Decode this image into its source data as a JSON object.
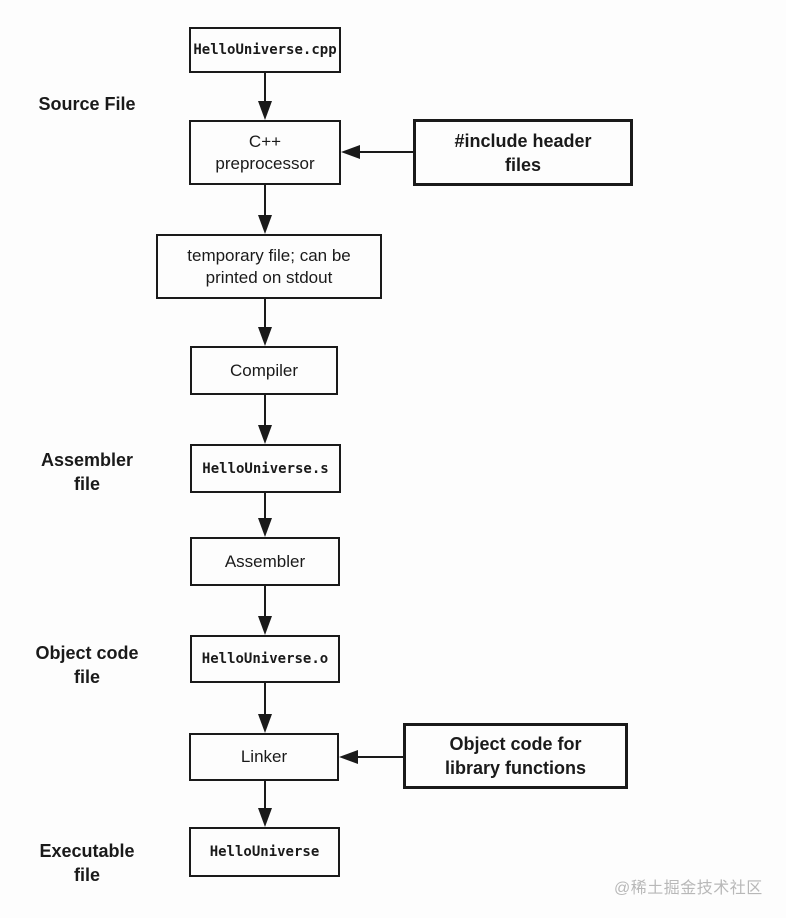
{
  "diagram": {
    "nodes": {
      "source_file": {
        "label": "HelloUniverse.cpp"
      },
      "preprocessor": {
        "label": "C++\npreprocessor"
      },
      "include_note": {
        "label": "#include header\nfiles"
      },
      "temp_file": {
        "label": "temporary file; can be\nprinted on stdout"
      },
      "compiler": {
        "label": "Compiler"
      },
      "asm_file": {
        "label": "HelloUniverse.s"
      },
      "assembler": {
        "label": "Assembler"
      },
      "obj_file": {
        "label": "HelloUniverse.o"
      },
      "linker": {
        "label": "Linker"
      },
      "lib_note": {
        "label": "Object code for\nlibrary functions"
      },
      "exe_file": {
        "label": "HelloUniverse"
      }
    },
    "side_labels": {
      "source": "Source File",
      "assembler": "Assembler\nfile",
      "object": "Object code\nfile",
      "executable": "Executable\nfile"
    },
    "watermark": "@稀土掘金技术社区",
    "colors": {
      "line": "#1a1a1a",
      "text": "#1a1a1a",
      "watermark": "#b8b8b8",
      "background": "#fdfdfd"
    }
  }
}
